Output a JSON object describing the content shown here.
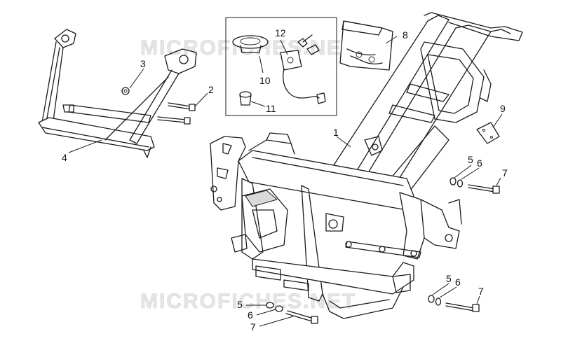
{
  "watermark": {
    "text": "MICROFICHES.NET"
  },
  "callouts": {
    "c1": "1",
    "c2": "2",
    "c3": "3",
    "c4": "4",
    "c5a": "5",
    "c6a": "6",
    "c7a": "7",
    "c8": "8",
    "c9": "9",
    "c10": "10",
    "c11": "11",
    "c12": "12",
    "c5b": "5",
    "c6b": "6",
    "c7b": "7",
    "c5c": "5",
    "c6c": "6",
    "c7c": "7"
  }
}
